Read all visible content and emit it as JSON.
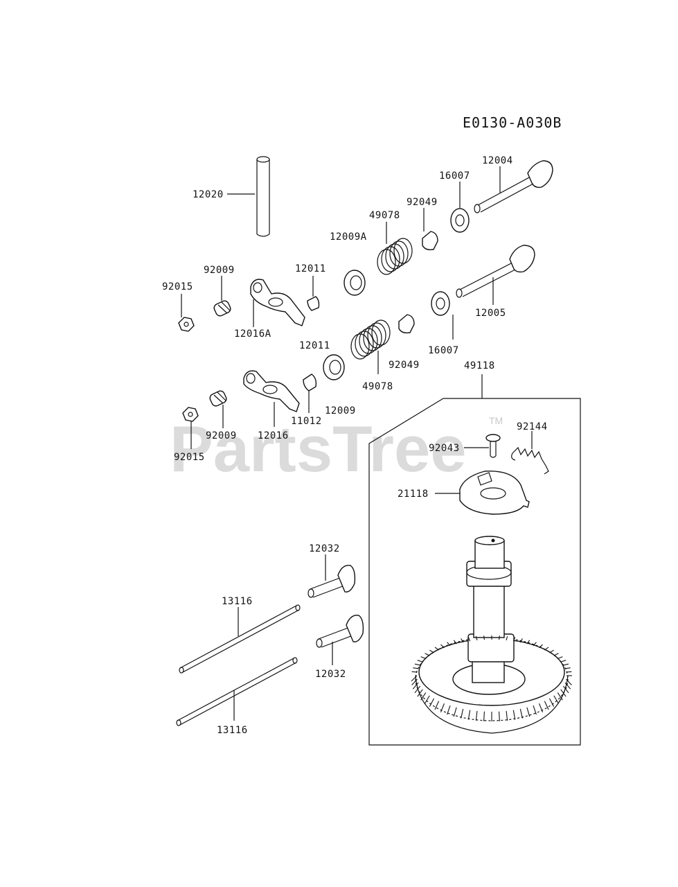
{
  "diagram": {
    "code": "E0130-A030B",
    "watermark": "PartsTree",
    "trademark": "TM",
    "labels": {
      "l12020": "12020",
      "l12004": "12004",
      "l16007a": "16007",
      "l92049a": "92049",
      "l49078a": "49078",
      "l12009A": "12009A",
      "l12011a": "12011",
      "l92009a": "92009",
      "l92015a": "92015",
      "l12016A": "12016A",
      "l12005": "12005",
      "l16007b": "16007",
      "l12011b": "12011",
      "l92049b": "92049",
      "l49078b": "49078",
      "l49118": "49118",
      "l11012": "11012",
      "l12009": "12009",
      "l92009b": "92009",
      "l12016": "12016",
      "l92015b": "92015",
      "l92144": "92144",
      "l92043": "92043",
      "l21118": "21118",
      "l12032a": "12032",
      "l13116a": "13116",
      "l12032b": "12032",
      "l13116b": "13116"
    }
  }
}
